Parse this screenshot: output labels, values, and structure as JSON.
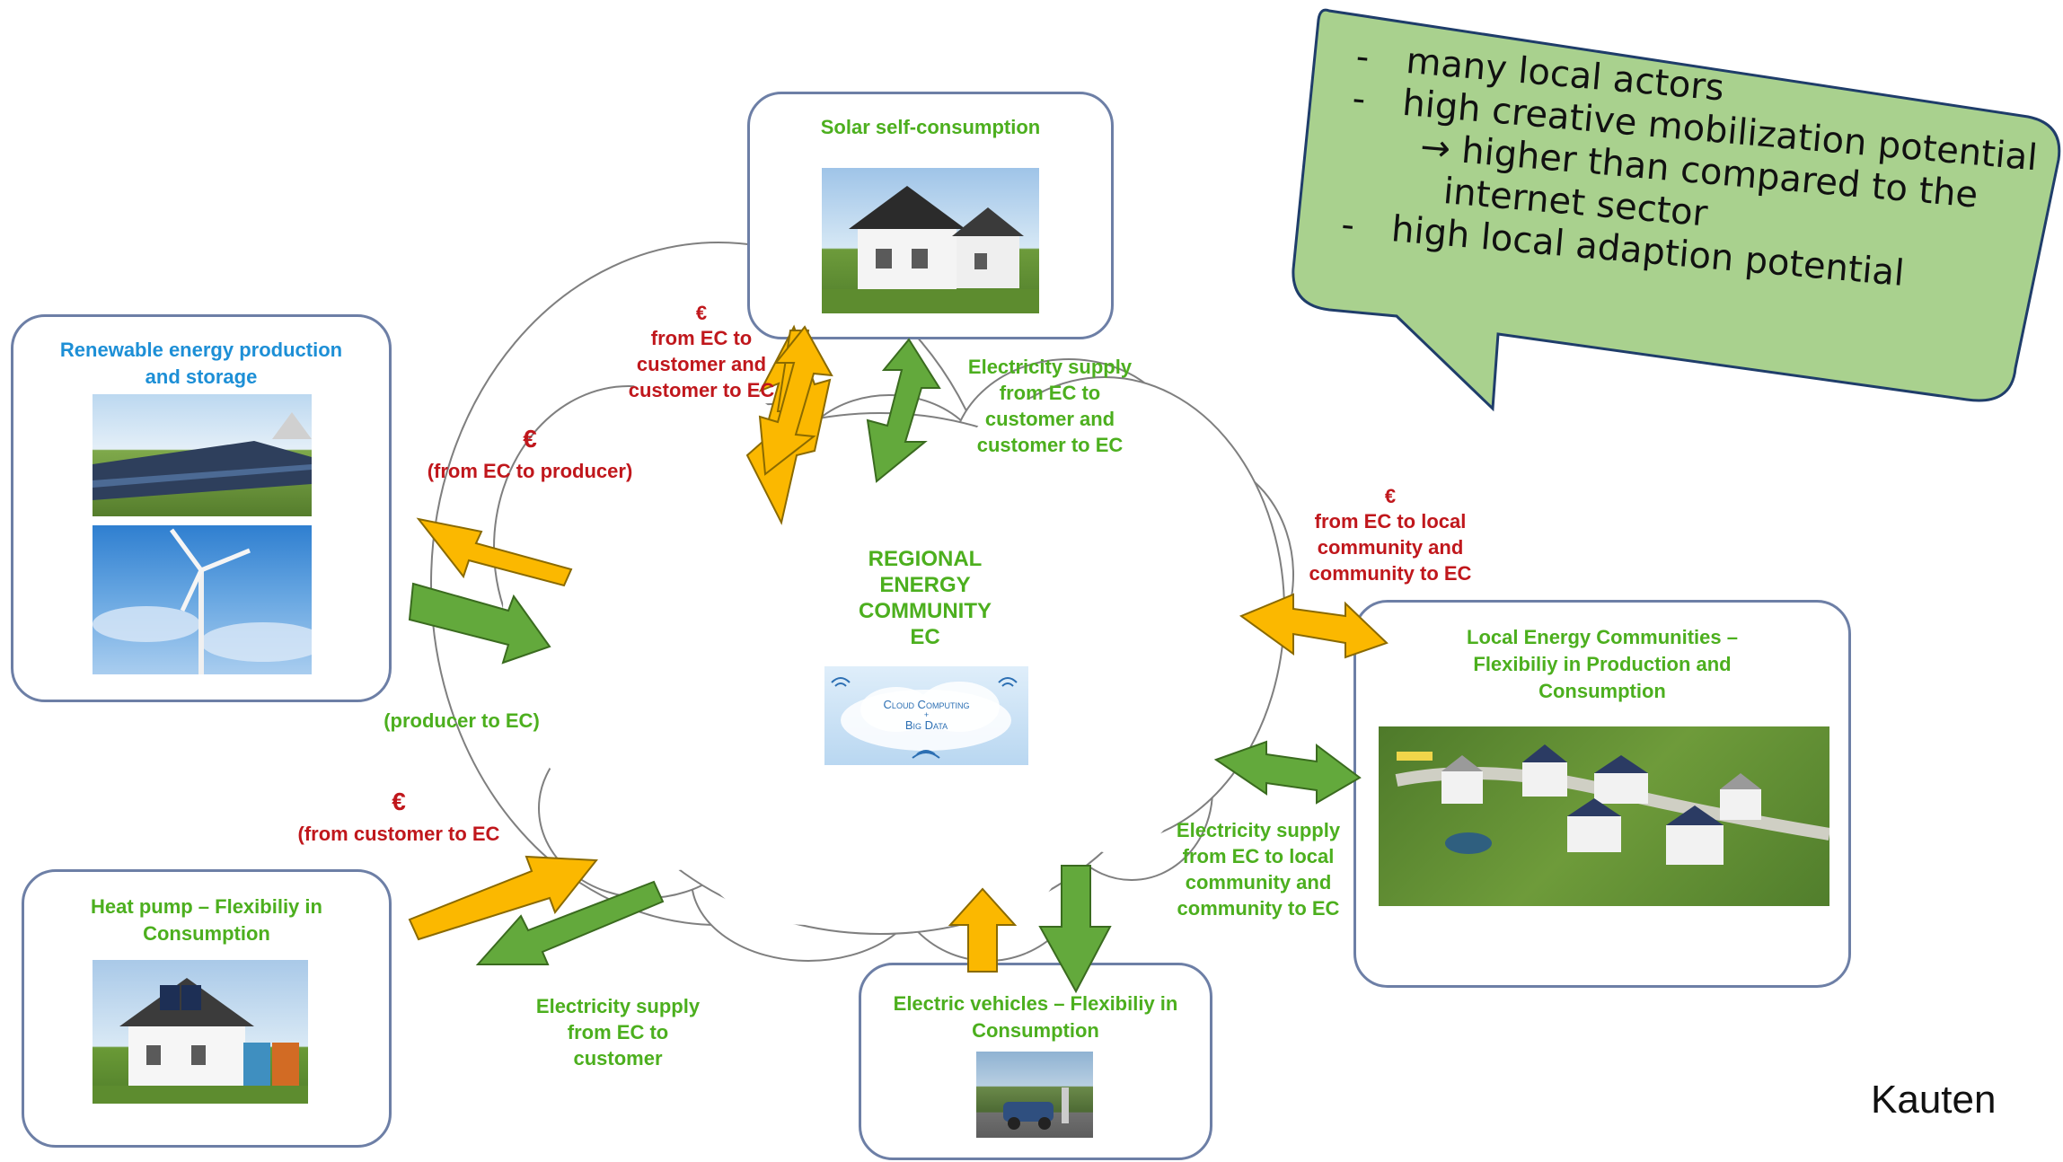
{
  "center": {
    "title_lines": [
      "REGIONAL",
      "ENERGY",
      "COMMUNITY",
      "EC"
    ],
    "cloud_computing_line1": "Cloud Computing",
    "cloud_computing_line2": "+",
    "cloud_computing_line3": "Big Data"
  },
  "boxes": {
    "solar": {
      "title": "Solar self-consumption"
    },
    "renewable": {
      "title_line1": "Renewable energy production",
      "title_line2": "and storage"
    },
    "heat_pump": {
      "title_line1": "Heat pump – Flexibiliy in",
      "title_line2": "Consumption"
    },
    "electric_vehicles": {
      "title_line1": "Electric vehicles – Flexibiliy in",
      "title_line2": "Consumption"
    },
    "local_communities": {
      "title_line1": "Local Energy Communities –",
      "title_line2": "Flexibiliy in Production and",
      "title_line3": "Consumption"
    }
  },
  "labels": {
    "solar_money": {
      "symbol": "€",
      "lines": [
        "from EC to",
        "customer and",
        "customer to EC"
      ]
    },
    "solar_electricity": {
      "lines": [
        "Electricity supply",
        "from EC to",
        "customer and",
        "customer to EC"
      ]
    },
    "producer_money": {
      "symbol": "€",
      "line": "(from EC to producer)"
    },
    "producer_electricity": {
      "line": "(producer to EC)"
    },
    "heatpump_money": {
      "symbol": "€",
      "line": "(from customer to EC"
    },
    "heatpump_electricity": {
      "lines": [
        "Electricity supply",
        "from EC to",
        "customer"
      ]
    },
    "community_money": {
      "symbol": "€",
      "lines": [
        "from EC to local",
        "community and",
        "community to EC"
      ]
    },
    "community_electricity": {
      "lines": [
        "Electricity supply",
        "from EC to local",
        "community and",
        "community to EC"
      ]
    }
  },
  "speech_bubble": {
    "items": [
      {
        "bullet": "-",
        "text": "many local actors"
      },
      {
        "bullet": "-",
        "text": "high creative mobilization potential"
      },
      {
        "bullet": "",
        "text": "→ higher than compared to the"
      },
      {
        "bullet": "",
        "text": "internet sector"
      },
      {
        "bullet": "-",
        "text": "high local adaption potential"
      }
    ]
  },
  "author": "Kauten",
  "colors": {
    "money_arrow": "#fbb800",
    "electricity_arrow": "#63a93c",
    "money_text": "#c0171c",
    "electricity_text": "#4caf1e",
    "box_border": "#6d7fa6",
    "bubble_fill": "#a9d18e"
  }
}
